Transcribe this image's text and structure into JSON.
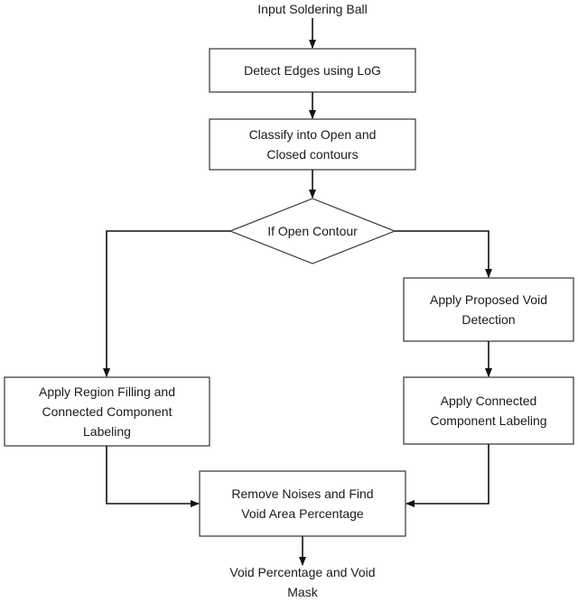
{
  "flowchart": {
    "start_label": "Input Soldering Ball",
    "step_detect_edges": "Detect Edges using LoG",
    "step_classify": [
      "Classify into Open and",
      "Closed contours"
    ],
    "decision": "If Open Contour",
    "step_void_detection": [
      "Apply Proposed Void",
      "Detection"
    ],
    "step_region_filling": [
      "Apply Region Filling and",
      "Connected Component",
      "Labeling"
    ],
    "step_ccl": [
      "Apply Connected",
      "Component Labeling"
    ],
    "step_remove_noise": [
      "Remove Noises and Find",
      "Void Area Percentage"
    ],
    "end_label": [
      "Void Percentage and Void",
      "Mask"
    ]
  }
}
